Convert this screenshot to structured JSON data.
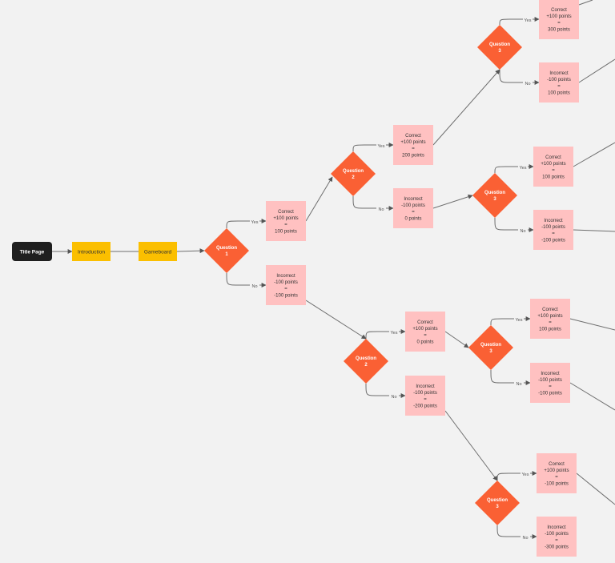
{
  "colors": {
    "background": "#f2f2f2",
    "title_node": "#1f1f1f",
    "step_node": "#fbbf00",
    "question_node": "#fa6034",
    "answer_node": "#ffc1c1",
    "connector": "#6e6e6e"
  },
  "flow": {
    "title": "Title Page",
    "intro": "Introduction",
    "gameboard": "Gameboard"
  },
  "questions": {
    "q1": [
      "Question",
      "1"
    ],
    "q2a": [
      "Question",
      "2"
    ],
    "q2b": [
      "Question",
      "2"
    ],
    "q3a": [
      "Question",
      "3"
    ],
    "q3b": [
      "Question",
      "3"
    ],
    "q3c": [
      "Question",
      "3"
    ],
    "q3d": [
      "Question",
      "3"
    ]
  },
  "answers": {
    "a1c": [
      "Correct",
      "+100 points",
      "=",
      "100 points"
    ],
    "a1i": [
      "Incorrect",
      "-100 points",
      "=",
      "-100 points"
    ],
    "a2ac": [
      "Correct",
      "+100 points",
      "=",
      "200 points"
    ],
    "a2ai": [
      "Incorrect",
      "-100 points",
      "=",
      "0 points"
    ],
    "a2bc": [
      "Correct",
      "+100 points",
      "=",
      "0 points"
    ],
    "a2bi": [
      "Incorrect",
      "-100 points",
      "=",
      "-200 points"
    ],
    "a3ac": [
      "Correct",
      "+100 points",
      "=",
      "300 points"
    ],
    "a3ai": [
      "Incorrect",
      "-100 points",
      "=",
      "100 points"
    ],
    "a3bc": [
      "Correct",
      "+100 points",
      "=",
      "100 points"
    ],
    "a3bi": [
      "Incorrect",
      "-100 points",
      "=",
      "-100 points"
    ],
    "a3cc": [
      "Correct",
      "+100 points",
      "=",
      "100 points"
    ],
    "a3ci": [
      "Incorrect",
      "-100 points",
      "=",
      "-100 points"
    ],
    "a3dc": [
      "Correct",
      "+100 points",
      "=",
      "-100 points"
    ],
    "a3di": [
      "Incorrect",
      "-100 points",
      "=",
      "-300 points"
    ]
  },
  "branch_labels": {
    "yes": "Yes",
    "no": "No"
  }
}
